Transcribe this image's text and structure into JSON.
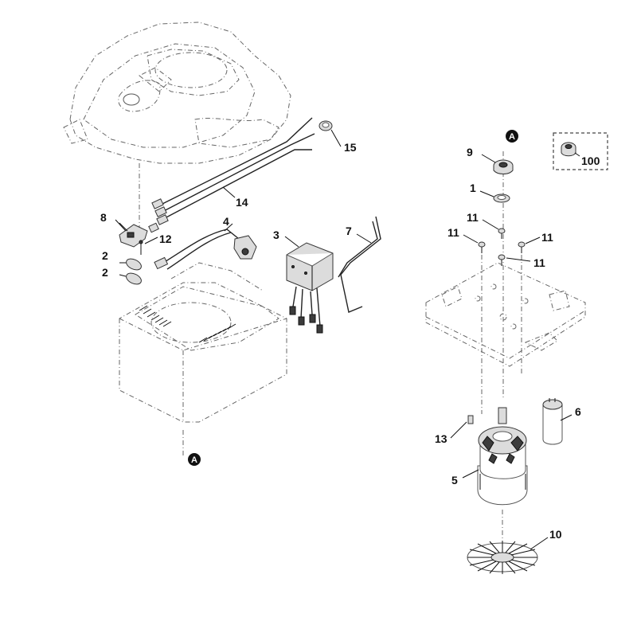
{
  "labels": {
    "p1": "1",
    "p2a": "2",
    "p2b": "2",
    "p3": "3",
    "p4": "4",
    "p5": "5",
    "p6": "6",
    "p7": "7",
    "p8": "8",
    "p9": "9",
    "p10": "10",
    "p11a": "11",
    "p11b": "11",
    "p11c": "11",
    "p11d": "11",
    "p12": "12",
    "p13": "13",
    "p14": "14",
    "p15": "15",
    "p100": "100"
  },
  "refs": {
    "a_top": "A",
    "a_bottom": "A"
  }
}
